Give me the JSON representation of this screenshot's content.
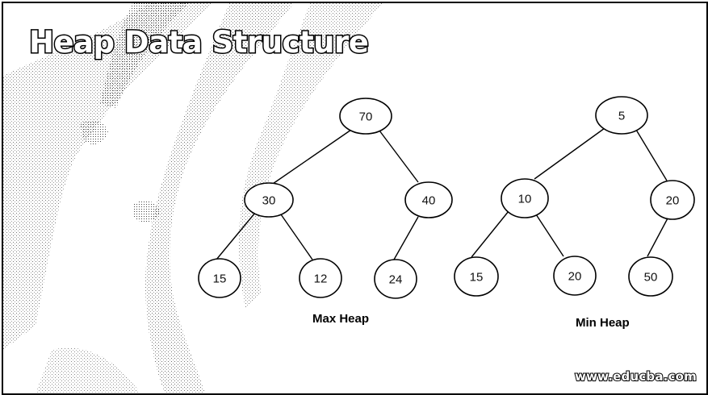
{
  "title": "Heap Data Structure",
  "watermark": "www.educba.com",
  "max_heap": {
    "label": "Max Heap",
    "nodes": {
      "root": "70",
      "left": "30",
      "right": "40",
      "left_left": "15",
      "left_right": "12",
      "right_left": "24"
    }
  },
  "min_heap": {
    "label": "Min Heap",
    "nodes": {
      "root": "5",
      "left": "10",
      "right": "20",
      "left_left": "15",
      "left_right": "20",
      "right_left": "50"
    }
  }
}
